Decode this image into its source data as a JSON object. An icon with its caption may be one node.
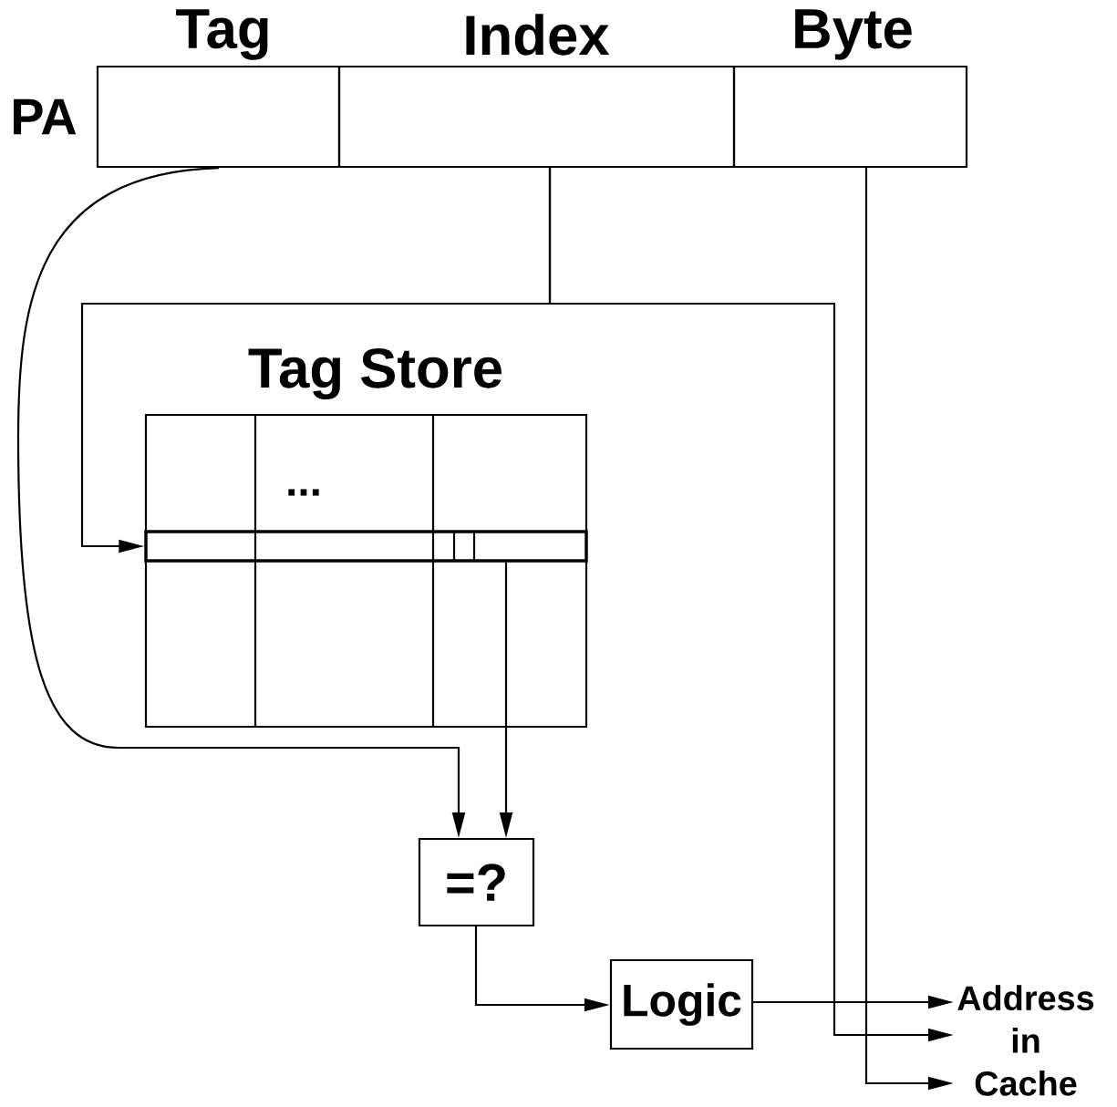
{
  "diagram": {
    "nodes": [
      {
        "text": [
          "Tag"
        ]
      },
      {
        "text": [
          "Index"
        ]
      },
      {
        "text": [
          "Byte"
        ]
      },
      {
        "text": [
          "Tag Store",
          "..."
        ]
      },
      {
        "text": [],
        "shape": "bar",
        "in": 3
      },
      {
        "text": [
          "=?"
        ]
      },
      {
        "text": [
          "Logic"
        ]
      },
      {
        "text": [
          "Address in Cache"
        ]
      }
    ],
    "edges": [
      {
        "from": 0,
        "to": 5,
        "arrow": "to"
      },
      {
        "from": 1,
        "to": 4,
        "arrow": "to"
      },
      {
        "from": 1,
        "to": 7,
        "arrow": "to"
      },
      {
        "from": 2,
        "to": 7,
        "arrow": "to"
      },
      {
        "from": 4,
        "to": 5,
        "arrow": "to"
      },
      {
        "from": 5,
        "to": 6,
        "arrow": "to"
      },
      {
        "from": 6,
        "to": 7,
        "arrow": "to"
      }
    ],
    "labels": [
      "PA"
    ]
  }
}
